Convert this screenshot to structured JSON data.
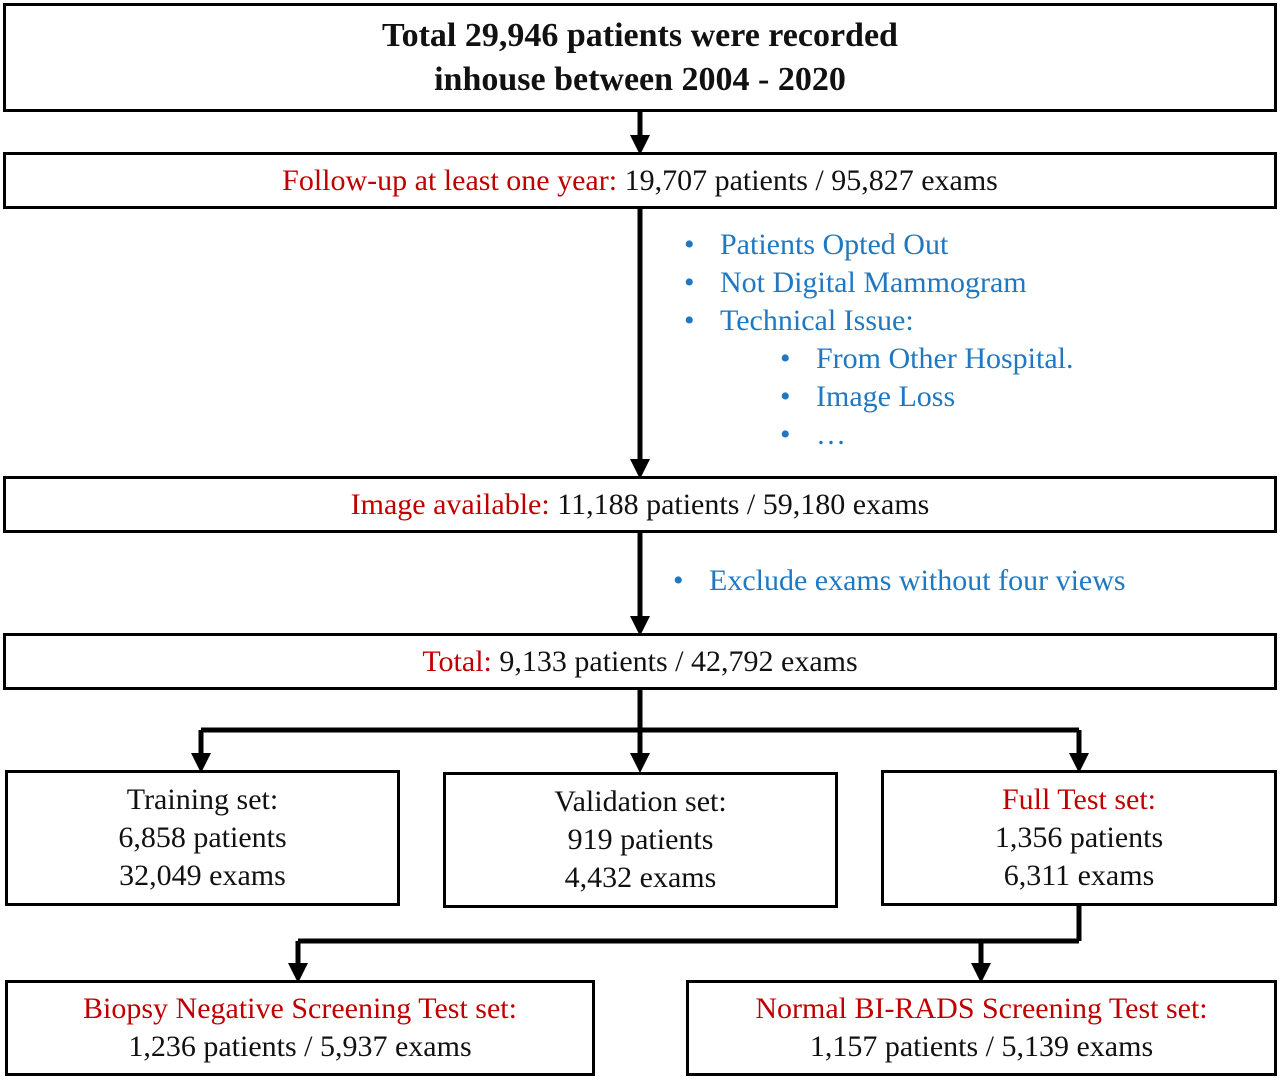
{
  "top": {
    "line1": "Total 29,946 patients were recorded",
    "line2": "inhouse between 2004 - 2020"
  },
  "followup": {
    "label": "Follow-up at least one year:",
    "value": "19,707 patients / 95,827 exams"
  },
  "exclusions1": {
    "items": [
      "Patients Opted Out",
      "Not Digital Mammogram",
      "Technical Issue:"
    ],
    "subitems": [
      "From Other Hospital.",
      "Image Loss",
      "…"
    ]
  },
  "image_available": {
    "label": "Image available:",
    "value": "11,188 patients / 59,180 exams"
  },
  "exclusions2": {
    "items": [
      "Exclude exams without four views"
    ]
  },
  "total": {
    "label": "Total:",
    "value": "9,133 patients / 42,792 exams"
  },
  "training": {
    "title": "Training set:",
    "patients": "6,858 patients",
    "exams": "32,049 exams"
  },
  "validation": {
    "title": "Validation set:",
    "patients": "919 patients",
    "exams": "4,432 exams"
  },
  "full_test": {
    "title": "Full Test set:",
    "patients": "1,356 patients",
    "exams": "6,311 exams"
  },
  "biopsy_negative": {
    "title": "Biopsy Negative Screening Test set:",
    "value": "1,236 patients / 5,937 exams"
  },
  "normal_birads": {
    "title": "Normal BI-RADS Screening Test set:",
    "value": "1,157 patients / 5,139 exams"
  },
  "colors": {
    "highlight_red": "#c00000",
    "note_blue": "#1f78c1",
    "line": "#000000"
  }
}
